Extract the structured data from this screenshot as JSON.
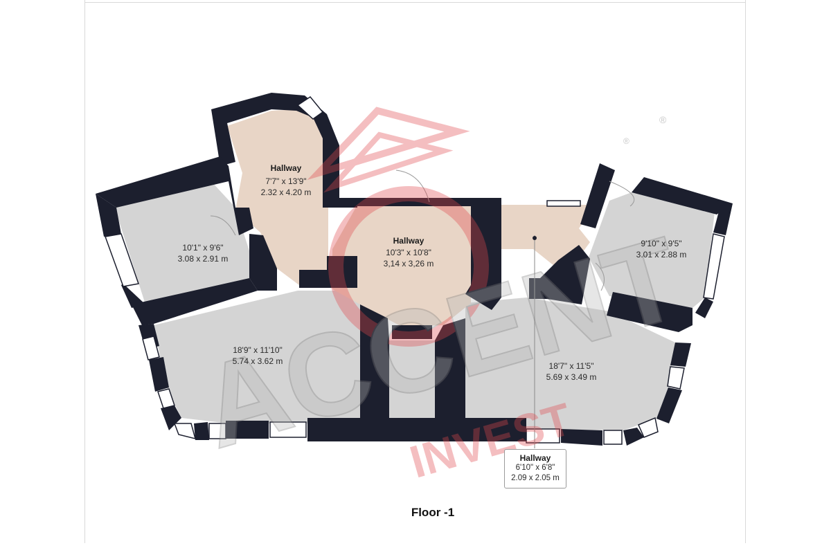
{
  "floor_label": "Floor -1",
  "registered_mark": "®",
  "watermark": {
    "brand": "ACCENT",
    "sub": "INVEST",
    "color": "#e0474c"
  },
  "colors": {
    "wall": "#1c1f2e",
    "room": "#d4d4d4",
    "hall": "#e8d5c6",
    "window": "#ffffff"
  },
  "rooms": [
    {
      "id": "hallway-top",
      "name": "Hallway",
      "dim_imperial": "7'7\" x 13'9\"",
      "dim_metric": "2.32 x 4.20 m"
    },
    {
      "id": "hallway-center",
      "name": "Hallway",
      "dim_imperial": "10'3\" x 10'8\"",
      "dim_metric": "3,14 x 3,26 m"
    },
    {
      "id": "room-left",
      "name": "",
      "dim_imperial": "10'1\" x 9'6\"",
      "dim_metric": "3.08 x 2.91 m"
    },
    {
      "id": "room-right",
      "name": "",
      "dim_imperial": "9'10\" x 9'5\"",
      "dim_metric": "3.01 x 2.88 m"
    },
    {
      "id": "room-bottom-left",
      "name": "",
      "dim_imperial": "18'9\" x 11'10\"",
      "dim_metric": "5.74 x 3.62 m"
    },
    {
      "id": "room-bottom-right",
      "name": "",
      "dim_imperial": "18'7\" x 11'5\"",
      "dim_metric": "5.69 x 3.49 m"
    },
    {
      "id": "hallway-callout",
      "name": "Hallway",
      "dim_imperial": "6'10\" x 6'8\"",
      "dim_metric": "2.09 x 2.05 m"
    }
  ]
}
